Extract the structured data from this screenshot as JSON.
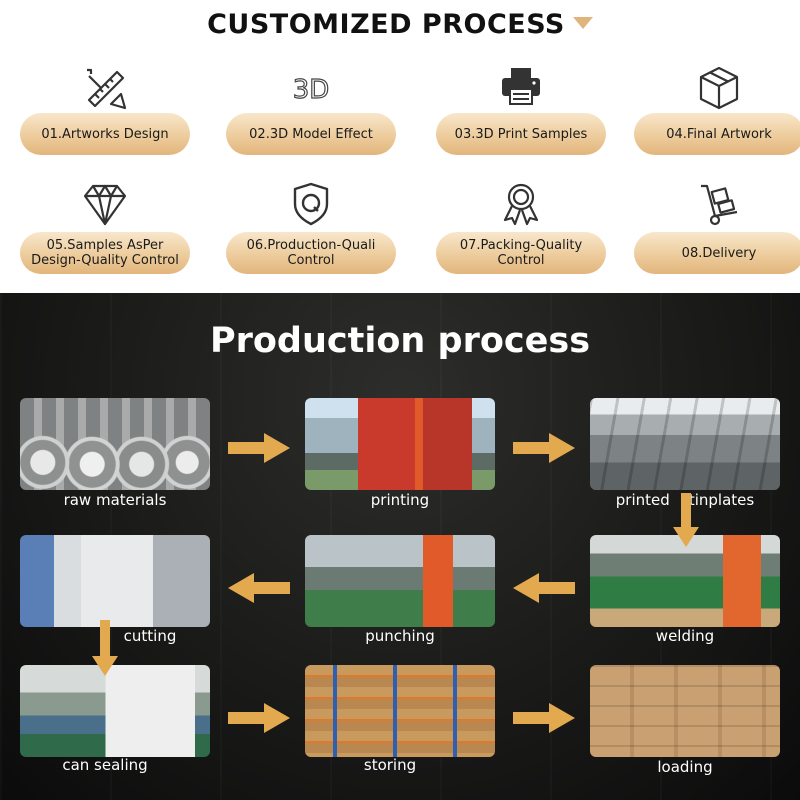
{
  "customized": {
    "title": "CUSTOMIZED PROCESS",
    "accent_color": "#e0b47a",
    "steps": [
      {
        "icon": "ruler-pencil-icon",
        "lines": [
          "01.Artworks Design"
        ]
      },
      {
        "icon": "3d-text-icon",
        "icon_text": "3D",
        "lines": [
          "02.3D Model Effect"
        ]
      },
      {
        "icon": "printer-icon",
        "lines": [
          "03.3D Print Samples"
        ]
      },
      {
        "icon": "cube-icon",
        "lines": [
          "04.Final Artwork"
        ]
      },
      {
        "icon": "diamond-icon",
        "lines": [
          "05.Samples AsPer",
          "Design-Quality Control"
        ]
      },
      {
        "icon": "shield-q-icon",
        "lines": [
          "06.Production-Quali",
          "Control"
        ]
      },
      {
        "icon": "award-badge-icon",
        "lines": [
          "07.Packing-Quality",
          "Control"
        ]
      },
      {
        "icon": "hand-truck-icon",
        "lines": [
          "08.Delivery"
        ]
      }
    ]
  },
  "production": {
    "title": "Production process",
    "arrow_color": "#e3a94f",
    "steps": [
      {
        "name": "raw-materials",
        "label": "raw materials"
      },
      {
        "name": "printing",
        "label": "printing"
      },
      {
        "name": "printed-tinplates",
        "label": "printed    tinplates"
      },
      {
        "name": "cutting",
        "label": "cutting"
      },
      {
        "name": "punching",
        "label": "punching"
      },
      {
        "name": "welding",
        "label": "welding"
      },
      {
        "name": "can-sealing",
        "label": "can sealing"
      },
      {
        "name": "storing",
        "label": "storing"
      },
      {
        "name": "loading",
        "label": "loading"
      }
    ]
  }
}
